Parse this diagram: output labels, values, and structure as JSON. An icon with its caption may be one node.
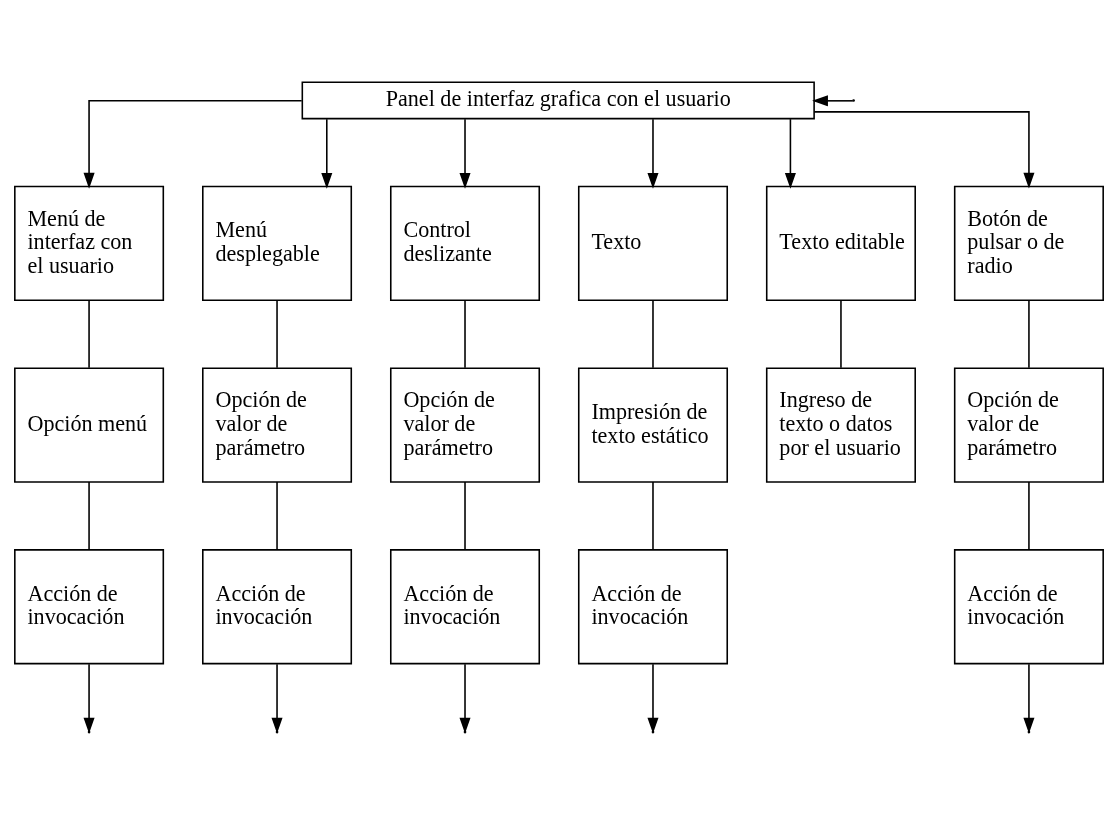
{
  "diagram": {
    "nodes": [
      {
        "text": [
          "Panel de interfaz grafica con el usuario"
        ]
      },
      {
        "text": [
          "Menú de interfaz con el usuario"
        ]
      },
      {
        "text": [
          "Menú desplegable"
        ]
      },
      {
        "text": [
          "Control deslizante"
        ]
      },
      {
        "text": [
          "Texto"
        ]
      },
      {
        "text": [
          "Texto editable"
        ]
      },
      {
        "text": [
          "Botón de pulsar o de radio"
        ]
      },
      {
        "text": [
          "Opción menú"
        ]
      },
      {
        "text": [
          "Opción de valor de parámetro"
        ]
      },
      {
        "text": [
          "Opción de valor de parámetro"
        ]
      },
      {
        "text": [
          "Impresión de texto estático"
        ]
      },
      {
        "text": [
          "Ingreso de texto o datos por el usuario"
        ]
      },
      {
        "text": [
          "Opción de valor de parámetro"
        ]
      },
      {
        "text": [
          "Acción de invocación"
        ]
      },
      {
        "text": [
          "Acción de invocación"
        ]
      },
      {
        "text": [
          "Acción de invocación"
        ]
      },
      {
        "text": [
          "Acción de invocación"
        ]
      },
      {
        "text": [
          "Acción de invocación"
        ]
      }
    ],
    "edges": [
      {
        "from": 0,
        "to": 1,
        "arrow": "to"
      },
      {
        "from": 0,
        "to": 2,
        "arrow": "to"
      },
      {
        "from": 0,
        "to": 3,
        "arrow": "to"
      },
      {
        "from": 0,
        "to": 4,
        "arrow": "to"
      },
      {
        "from": 0,
        "to": 5,
        "arrow": "to"
      },
      {
        "from": 0,
        "to": 6,
        "arrow": "to"
      },
      {
        "from": 1,
        "to": 7,
        "arrow": "none"
      },
      {
        "from": 2,
        "to": 8,
        "arrow": "none"
      },
      {
        "from": 3,
        "to": 9,
        "arrow": "none"
      },
      {
        "from": 4,
        "to": 10,
        "arrow": "none"
      },
      {
        "from": 5,
        "to": 11,
        "arrow": "none"
      },
      {
        "from": 6,
        "to": 12,
        "arrow": "none"
      },
      {
        "from": 7,
        "to": 13,
        "arrow": "none"
      },
      {
        "from": 8,
        "to": 14,
        "arrow": "none"
      },
      {
        "from": 9,
        "to": 15,
        "arrow": "none"
      },
      {
        "from": 10,
        "to": 16,
        "arrow": "none"
      },
      {
        "from": 12,
        "to": 17,
        "arrow": "none"
      },
      {
        "from": 13,
        "to": null,
        "arrow": "to"
      },
      {
        "from": 14,
        "to": null,
        "arrow": "to"
      },
      {
        "from": 15,
        "to": null,
        "arrow": "to"
      },
      {
        "from": 16,
        "to": null,
        "arrow": "to"
      },
      {
        "from": 17,
        "to": null,
        "arrow": "to"
      },
      {
        "from": null,
        "to": 0,
        "arrow": "to"
      }
    ]
  }
}
